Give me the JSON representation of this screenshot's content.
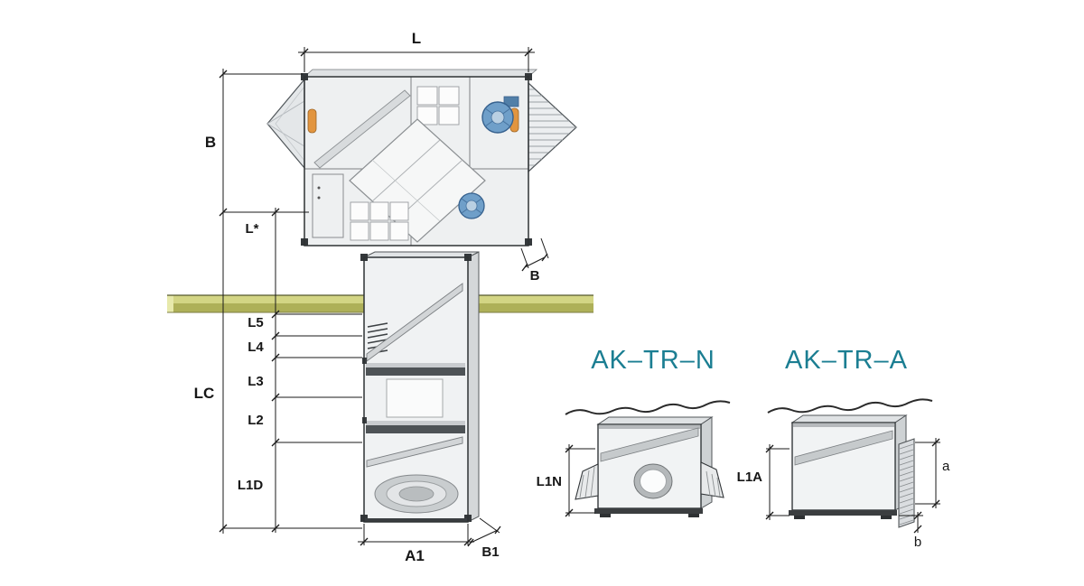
{
  "colors": {
    "teal": "#1b7e92",
    "line": "#1a1a1a",
    "roof_top": "#d3d584",
    "roof_front": "#aeb058",
    "roof_cut": "#e7e9ab",
    "fan_blue": "#6f9fc9",
    "fan_blue_dark": "#3d6b9b",
    "motor_orange": "#e2953f"
  },
  "main": {
    "dims": {
      "l": "L",
      "b_upper": "B",
      "lstar": "L*",
      "lc": "LC",
      "l5": "L5",
      "l4": "L4",
      "l3": "L3",
      "l2": "L2",
      "l1d": "L1D",
      "a1": "A1",
      "b1": "B1",
      "b_depth": "B"
    }
  },
  "details": [
    {
      "title": "AK–TR–N",
      "dim": "L1N"
    },
    {
      "title": "AK–TR–A",
      "dim": "L1A",
      "dim_a": "a",
      "dim_b": "b"
    }
  ]
}
